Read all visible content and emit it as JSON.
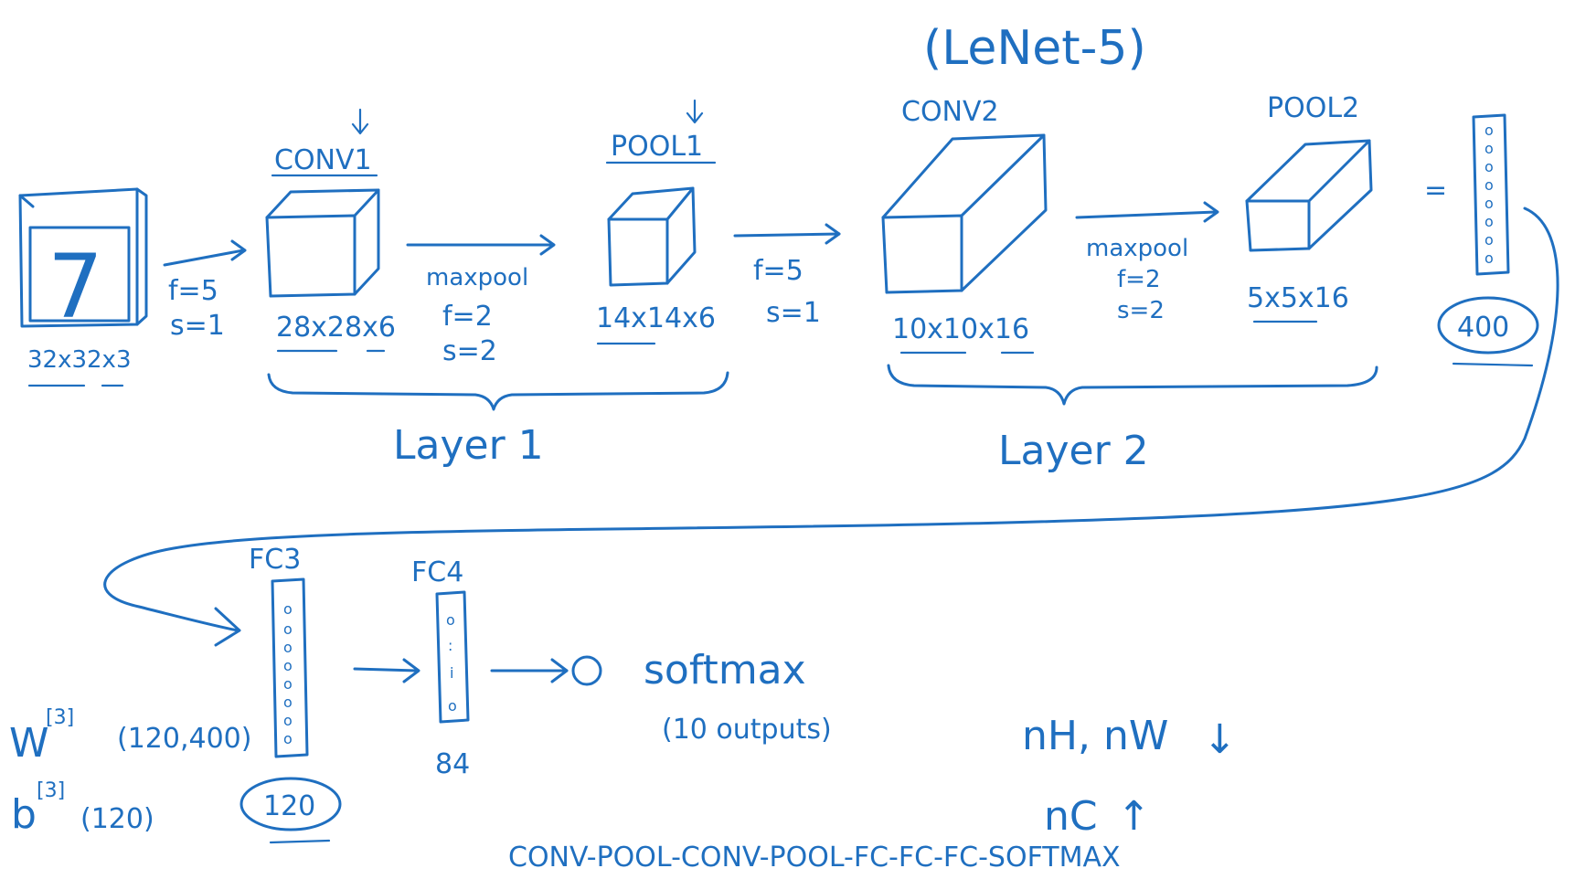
{
  "title": "(LeNet-5)",
  "input": {
    "glyph": "7",
    "dims": "32x32x3",
    "hyper": {
      "f": "f=5",
      "s": "s=1"
    }
  },
  "conv1": {
    "label": "CONV1",
    "dims": "28x28x6",
    "to_pool": {
      "op": "maxpool",
      "f": "f=2",
      "s": "s=2"
    }
  },
  "pool1": {
    "label": "POOL1",
    "dims": "14x14x6",
    "hyper": {
      "f": "f=5",
      "s": "s=1"
    }
  },
  "layer1_label": "Layer 1",
  "conv2": {
    "label": "CONV2",
    "dims": "10x10x16",
    "to_pool": {
      "op": "maxpool",
      "f": "f=2",
      "s": "s=2"
    }
  },
  "pool2": {
    "label": "POOL2",
    "dims": "5x5x16"
  },
  "layer2_label": "Layer 2",
  "flatten": {
    "equals": "=",
    "size": "400",
    "units": [
      "o",
      "o",
      "o",
      "o",
      "o",
      "o",
      "o",
      "o"
    ]
  },
  "fc3": {
    "label": "FC3",
    "size": "120",
    "units": [
      "o",
      "o",
      "o",
      "o",
      "o",
      "o",
      "o",
      "o"
    ]
  },
  "fc4": {
    "label": "FC4",
    "size": "84",
    "units": [
      "o",
      ":",
      "i",
      "o"
    ]
  },
  "softmax": {
    "node": "o",
    "label": "softmax",
    "sublabel": "(10 outputs)"
  },
  "params": {
    "w": "W",
    "w_sup": "[3]",
    "w_shape": "(120,400)",
    "b": "b",
    "b_sup": "[3]",
    "b_shape": "(120)"
  },
  "trends": {
    "hw": "nH, nW",
    "hw_arrow": "↓",
    "c": "nC",
    "c_arrow": "↑"
  },
  "pattern": "CONV-POOL-CONV-POOL-FC-FC-FC-SOFTMAX",
  "colors": {
    "ink": "#1f6fc0",
    "background": "#ffffff"
  }
}
